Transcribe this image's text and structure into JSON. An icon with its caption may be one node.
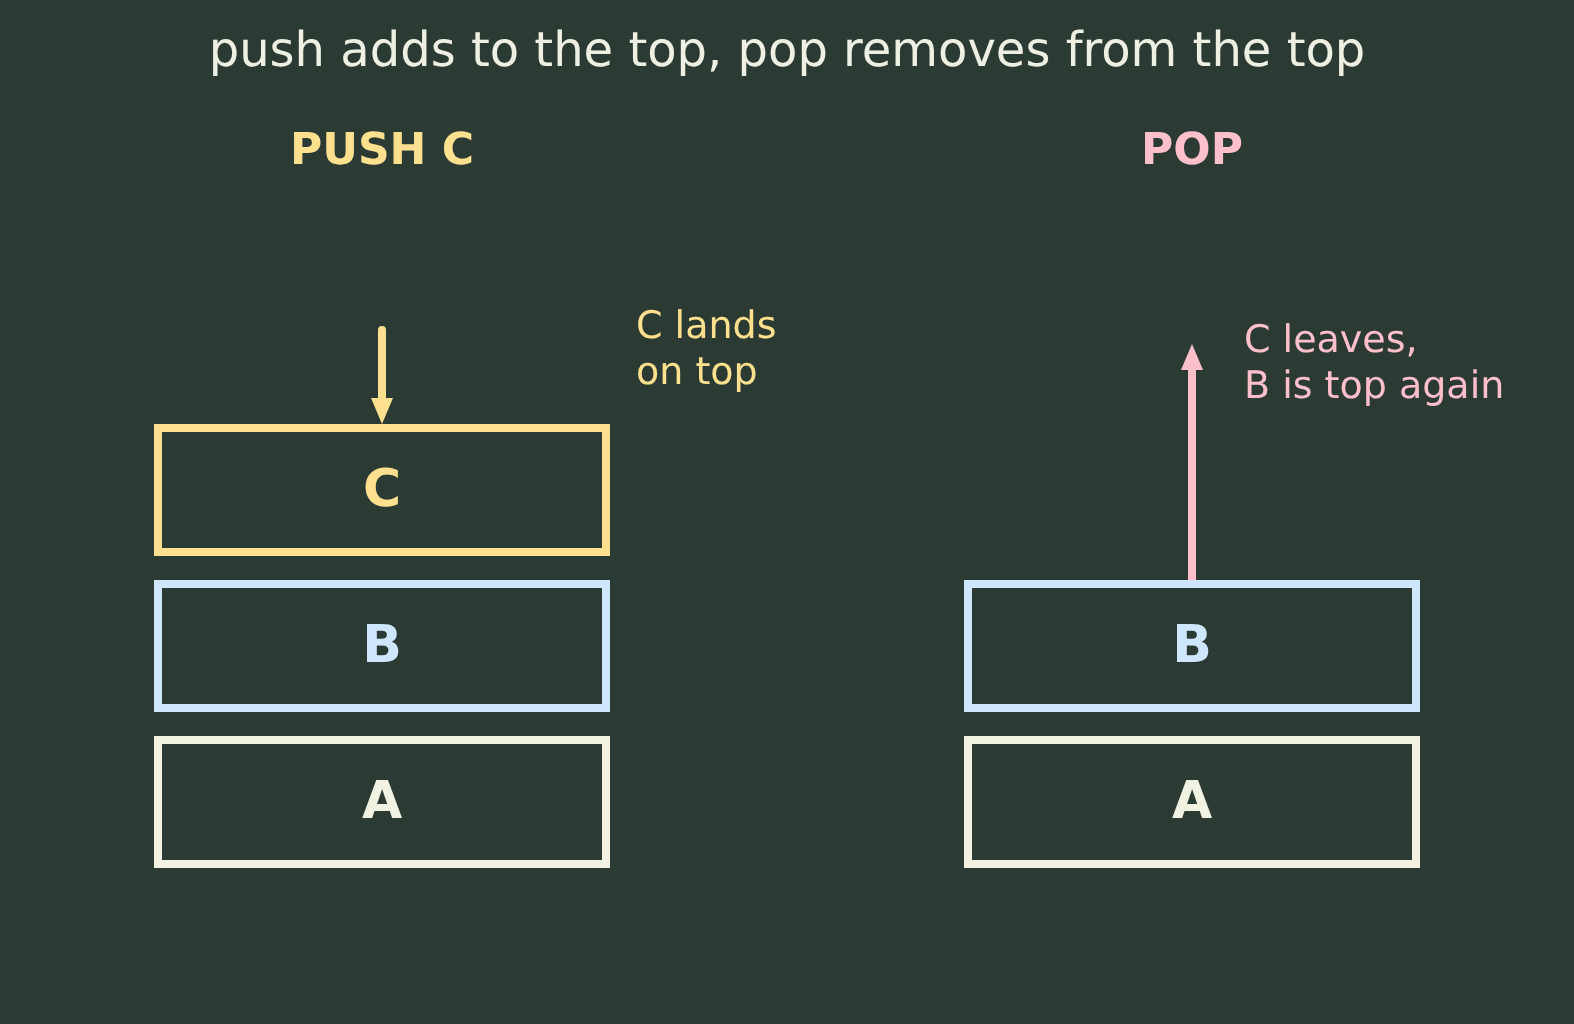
{
  "diagram": {
    "title": "push adds to the top, pop removes from the top",
    "nodes": [
      {
        "text": [
          "C"
        ]
      },
      {
        "text": [
          "B"
        ]
      },
      {
        "text": [
          "A"
        ]
      },
      {
        "text": [
          "B"
        ]
      },
      {
        "text": [
          "A"
        ]
      }
    ],
    "edges": [
      {
        "from": null,
        "to": 0,
        "arrow": "to",
        "color": "#ffe08f"
      },
      {
        "from": 3,
        "to": null,
        "arrow": "to",
        "color": "#ffbfcb"
      }
    ],
    "labels": [
      "PUSH C",
      "POP",
      "C lands on top",
      "C leaves, B is top again"
    ]
  }
}
